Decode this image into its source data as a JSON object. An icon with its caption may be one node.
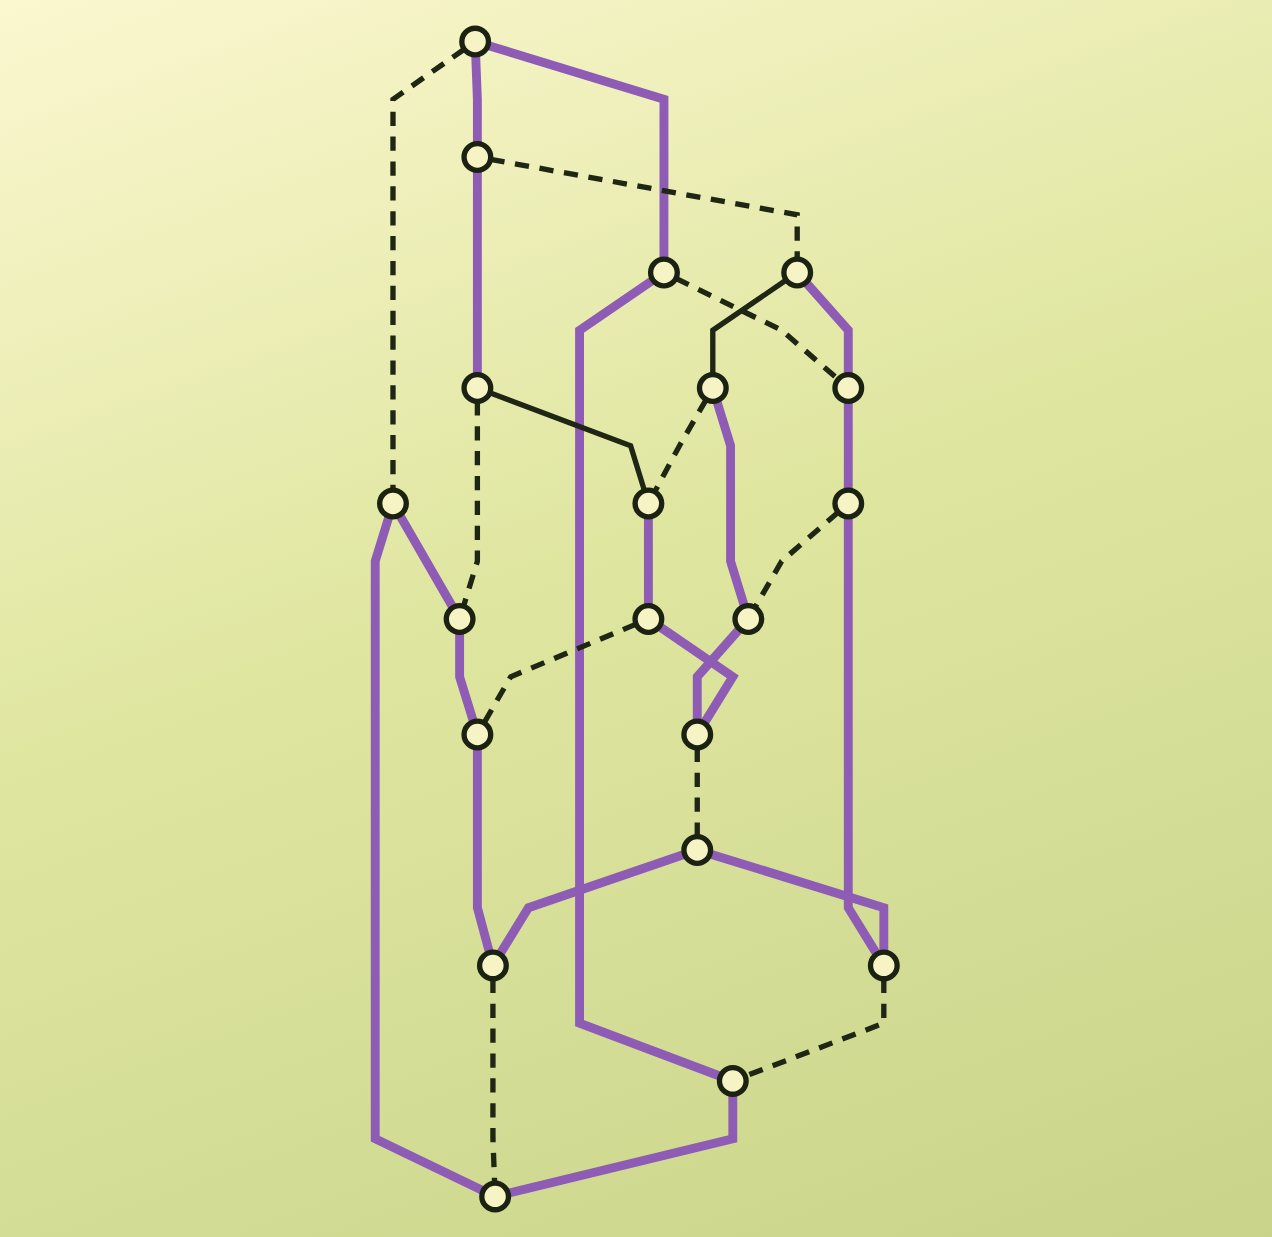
{
  "diagram": {
    "nodes": [
      {
        "text": [],
        "shape": "circle"
      },
      {
        "text": [],
        "shape": "circle"
      },
      {
        "text": [],
        "shape": "circle"
      },
      {
        "text": [],
        "shape": "circle"
      },
      {
        "text": [],
        "shape": "circle"
      },
      {
        "text": [],
        "shape": "circle"
      },
      {
        "text": [],
        "shape": "circle"
      },
      {
        "text": [],
        "shape": "circle"
      },
      {
        "text": [],
        "shape": "circle"
      },
      {
        "text": [],
        "shape": "circle"
      },
      {
        "text": [],
        "shape": "circle"
      },
      {
        "text": [],
        "shape": "circle"
      },
      {
        "text": [],
        "shape": "circle"
      },
      {
        "text": [],
        "shape": "circle"
      },
      {
        "text": [],
        "shape": "circle"
      },
      {
        "text": [],
        "shape": "circle"
      },
      {
        "text": [],
        "shape": "circle"
      },
      {
        "text": [],
        "shape": "circle"
      },
      {
        "text": [],
        "shape": "circle"
      },
      {
        "text": [],
        "shape": "circle"
      }
    ],
    "edges": [
      {
        "from": 0,
        "to": 2,
        "arrow": "none"
      },
      {
        "from": 0,
        "to": 1,
        "arrow": "none"
      },
      {
        "from": 0,
        "to": 3,
        "arrow": "none",
        "style": "dashed",
        "color": "#1f2614"
      },
      {
        "from": 1,
        "to": 4,
        "arrow": "none",
        "style": "dashed",
        "color": "#1f2614"
      },
      {
        "from": 1,
        "to": 5,
        "arrow": "none"
      },
      {
        "from": 2,
        "to": 6,
        "arrow": "none",
        "style": "dashed",
        "color": "#1f2614"
      },
      {
        "from": 2,
        "to": 18,
        "arrow": "none"
      },
      {
        "from": 3,
        "to": 7,
        "arrow": "none"
      },
      {
        "from": 3,
        "to": 19,
        "arrow": "none"
      },
      {
        "from": 4,
        "to": 6,
        "arrow": "none"
      },
      {
        "from": 4,
        "to": 8,
        "arrow": "none",
        "color": "#1f2614"
      },
      {
        "from": 5,
        "to": 9,
        "arrow": "none",
        "color": "#1f2614"
      },
      {
        "from": 5,
        "to": 7,
        "arrow": "none",
        "style": "dashed",
        "color": "#1f2614"
      },
      {
        "from": 6,
        "to": 10,
        "arrow": "none"
      },
      {
        "from": 7,
        "to": 13,
        "arrow": "none"
      },
      {
        "from": 8,
        "to": 9,
        "arrow": "none",
        "style": "dashed",
        "color": "#1f2614"
      },
      {
        "from": 8,
        "to": 11,
        "arrow": "none"
      },
      {
        "from": 9,
        "to": 12,
        "arrow": "none"
      },
      {
        "from": 10,
        "to": 11,
        "arrow": "none",
        "style": "dashed",
        "color": "#1f2614"
      },
      {
        "from": 10,
        "to": 16,
        "arrow": "none"
      },
      {
        "from": 11,
        "to": 14,
        "arrow": "none"
      },
      {
        "from": 12,
        "to": 14,
        "arrow": "none"
      },
      {
        "from": 12,
        "to": 13,
        "arrow": "none",
        "style": "dashed",
        "color": "#1f2614"
      },
      {
        "from": 13,
        "to": 17,
        "arrow": "none"
      },
      {
        "from": 14,
        "to": 15,
        "arrow": "none",
        "style": "dashed",
        "color": "#1f2614"
      },
      {
        "from": 15,
        "to": 16,
        "arrow": "none"
      },
      {
        "from": 15,
        "to": 17,
        "arrow": "none"
      },
      {
        "from": 16,
        "to": 18,
        "arrow": "none",
        "style": "dashed",
        "color": "#1f2614"
      },
      {
        "from": 17,
        "to": 19,
        "arrow": "none",
        "style": "dashed",
        "color": "#1f2614"
      },
      {
        "from": 18,
        "to": 19,
        "arrow": "none"
      }
    ]
  }
}
